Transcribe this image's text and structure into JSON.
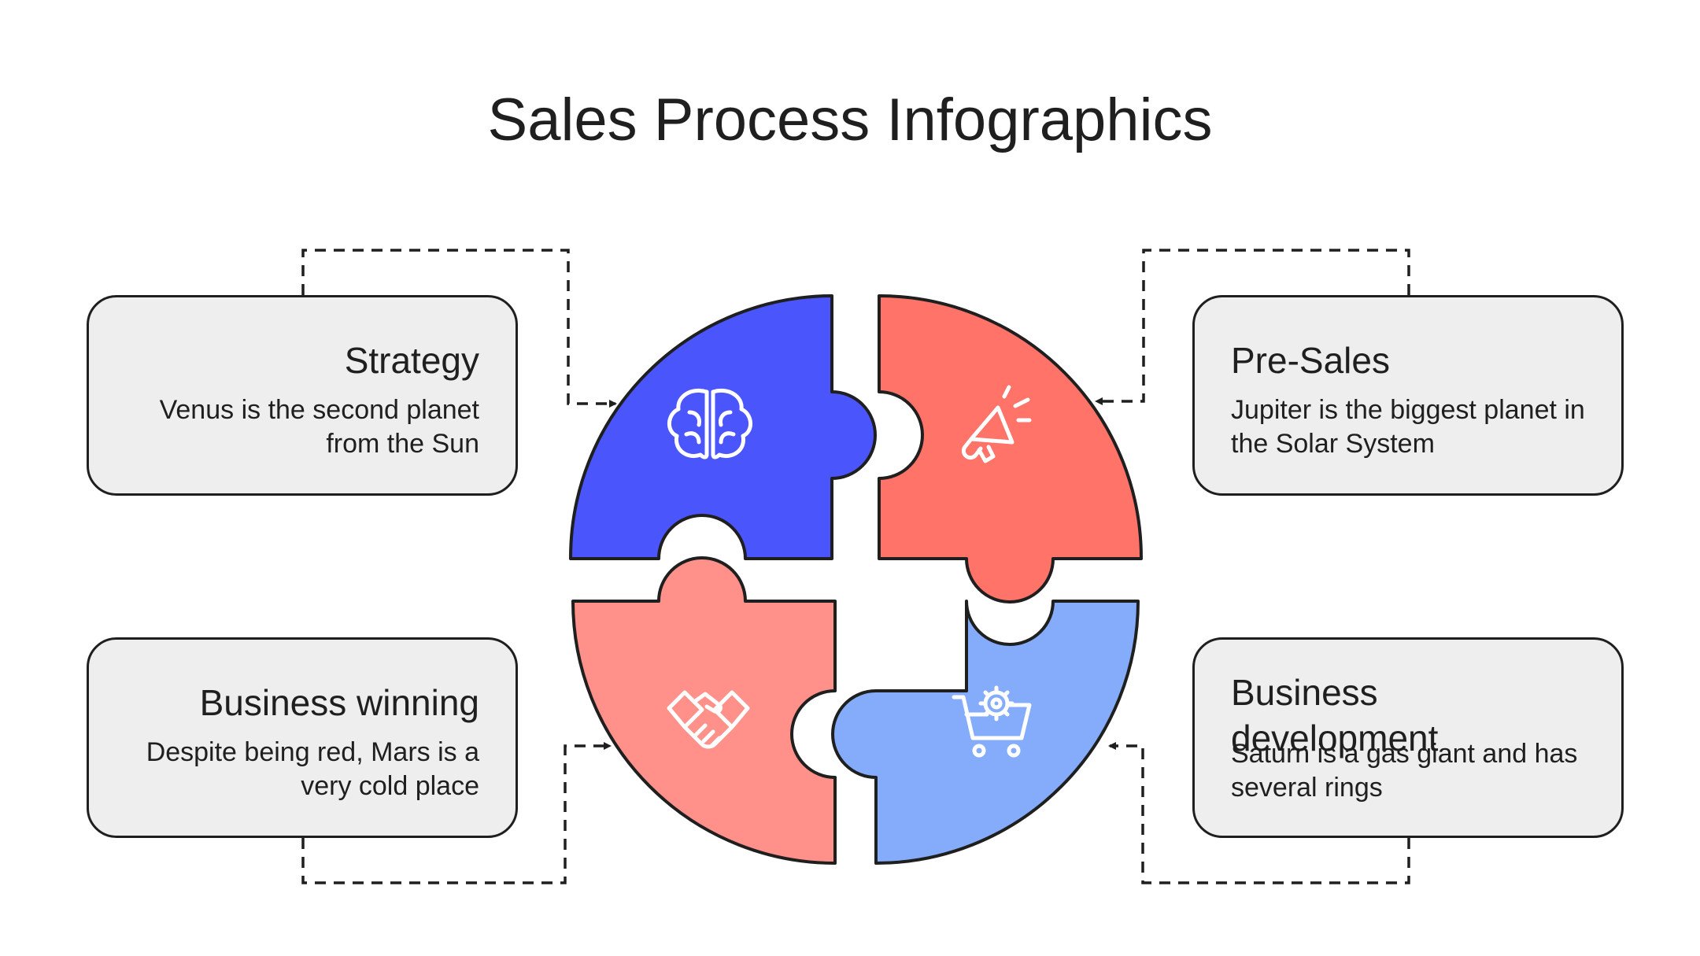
{
  "title": "Sales Process Infographics",
  "colors": {
    "strategy": "#4b55fc",
    "presales": "#ff7369",
    "winning": "#ff918a",
    "development": "#85acfa",
    "card_bg": "#eeeeee",
    "outline": "#1f1f1f"
  },
  "steps": [
    {
      "heading": "Strategy",
      "text": "Venus is the second planet from the Sun",
      "icon": "brain-icon"
    },
    {
      "heading": "Pre-Sales",
      "text": "Jupiter is the biggest planet in the Solar System",
      "icon": "megaphone-icon"
    },
    {
      "heading": "Business winning",
      "text": "Despite being red, Mars is a very cold place",
      "icon": "handshake-icon"
    },
    {
      "heading": "Business development",
      "text": "Saturn is a gas giant and has several rings",
      "icon": "cart-gear-icon"
    }
  ]
}
